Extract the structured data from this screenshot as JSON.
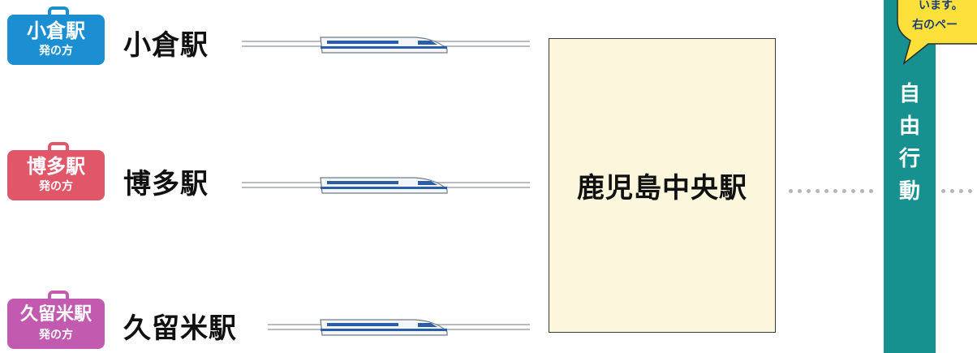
{
  "routes": [
    {
      "badge_main": "小倉駅",
      "badge_sub": "発の方",
      "station": "小倉駅",
      "color": "#1b8fd2"
    },
    {
      "badge_main": "博多駅",
      "badge_sub": "発の方",
      "station": "博多駅",
      "color": "#e0576a"
    },
    {
      "badge_main": "久留米駅",
      "badge_sub": "発の方",
      "station": "久留米駅",
      "color": "#c25bb0"
    }
  ],
  "destination": {
    "label": "鹿児島中央駅"
  },
  "free_action": {
    "label_chars": [
      "自",
      "由",
      "行",
      "動"
    ],
    "color": "#179190"
  },
  "bubble": {
    "line1": "います。",
    "line2": "右のペー",
    "color": "#fde13a"
  }
}
